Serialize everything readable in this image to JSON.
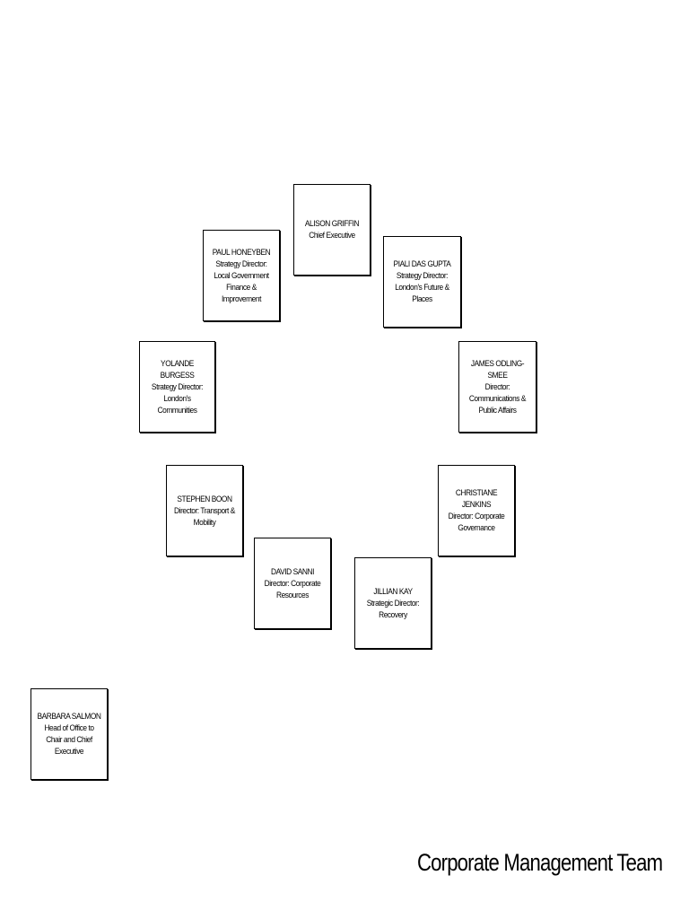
{
  "team": {
    "members": [
      {
        "name": "ALISON GRIFFIN",
        "role": "Chief Executive"
      },
      {
        "name": "PAUL HONEYBEN",
        "role": "Strategy Director: Local Government Finance & Improvement"
      },
      {
        "name": "PIALI DAS GUPTA",
        "role": "Strategy Director: London's Future & Places"
      },
      {
        "name": "YOLANDE BURGESS",
        "role": "Strategy Director: London's Communities"
      },
      {
        "name": "JAMES ODLING-SMEE",
        "role": "Director: Communications & Public Affairs"
      },
      {
        "name": "STEPHEN BOON",
        "role": "Director: Transport & Mobility"
      },
      {
        "name": "CHRISTIANE JENKINS",
        "role": "Director: Corporate Governance"
      },
      {
        "name": "DAVID SANNI",
        "role": "Director: Corporate Resources"
      },
      {
        "name": "JILLIAN KAY",
        "role": "Strategic Director: Recovery"
      },
      {
        "name": "BARBARA SALMON",
        "role": "Head of Office to Chair and Chief Executive"
      }
    ]
  },
  "footer": {
    "title": "Corporate Management Team"
  }
}
